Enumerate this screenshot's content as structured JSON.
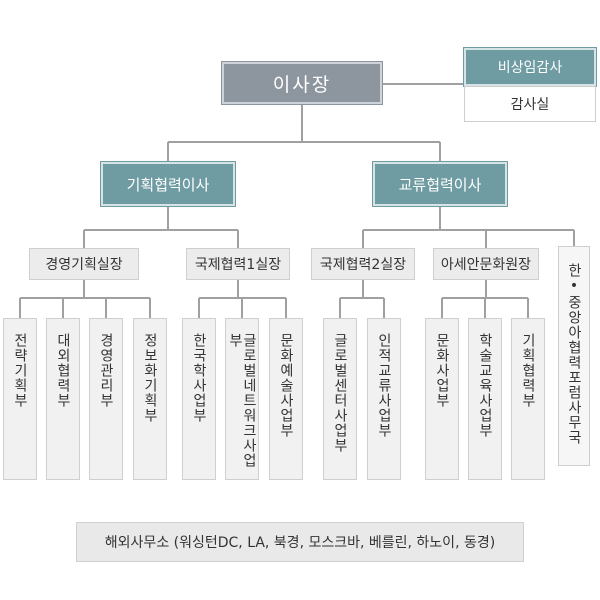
{
  "chairman": "이사장",
  "auditor": {
    "title": "비상임감사",
    "office": "감사실"
  },
  "directors": [
    {
      "name": "기획협력이사",
      "managers": [
        {
          "name": "경영기획실장",
          "departments": [
            "전략기획부",
            "대외협력부",
            "경영관리부",
            "정보화기획부"
          ]
        },
        {
          "name": "국제협력1실장",
          "departments": [
            "한국학사업부",
            "글로벌네트워크사업부",
            "문화예술사업부"
          ]
        }
      ]
    },
    {
      "name": "교류협력이사",
      "managers": [
        {
          "name": "국제협력2실장",
          "departments": [
            "글로벌센터사업부",
            "인적교류사업부"
          ]
        },
        {
          "name": "아세안문화원장",
          "departments": [
            "문화사업부",
            "학술교육사업부",
            "기획협력부"
          ]
        }
      ]
    }
  ],
  "forum": "한•중앙아협력포럼사무국",
  "overseas_offices": "해외사무소 (워싱턴DC, LA, 북경, 모스크바, 베를린, 하노이, 동경)",
  "colors": {
    "chairman_fill": "#8d959f",
    "director_fill": "#6f9ba2",
    "manager_fill": "#ececec",
    "department_fill": "#f1f1f1",
    "connector": "#a0a0a0"
  }
}
